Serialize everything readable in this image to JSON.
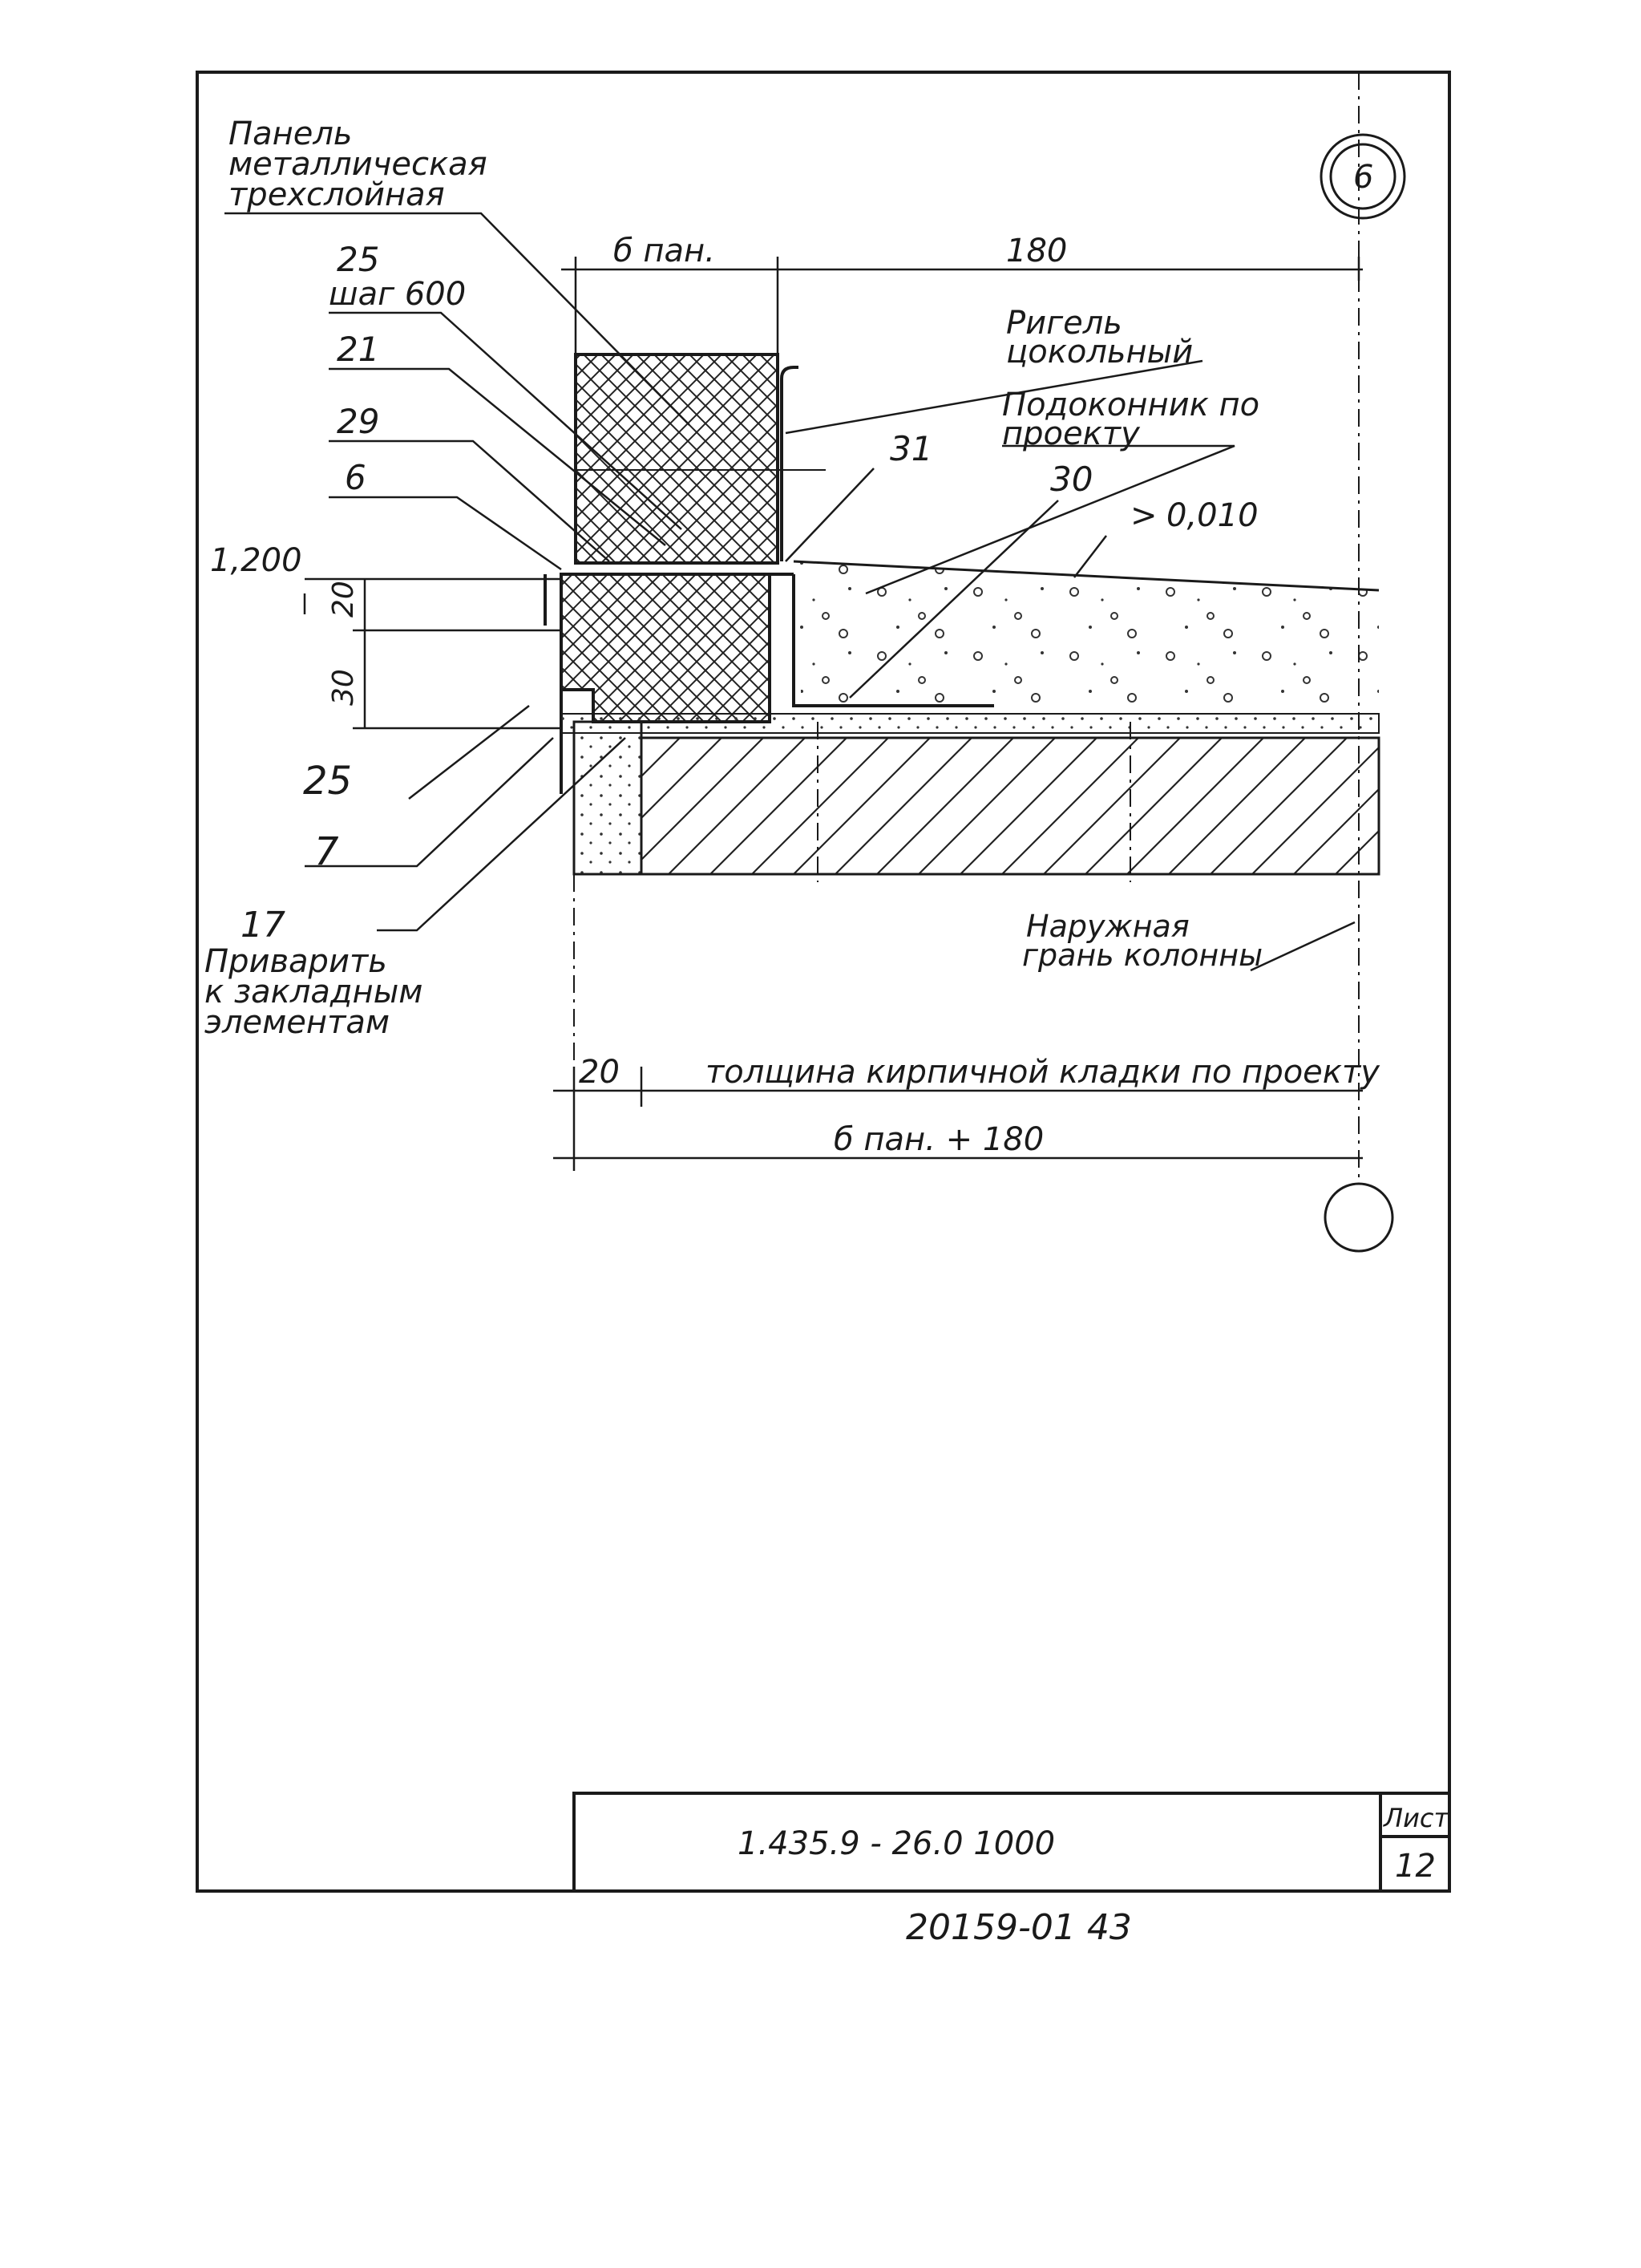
{
  "detail_marker": "6",
  "labels": {
    "panel_line1": "Панель",
    "panel_line2": "металлическая",
    "panel_line3": "трехслойная",
    "item_25_top": "25",
    "step": "шаг 600",
    "item_21": "21",
    "item_29": "29",
    "item_6": "6",
    "level_left": "1,200",
    "item_25_bottom": "25",
    "item_7": "7",
    "item_17": "17",
    "weld_line1": "Приварить",
    "weld_line2": "к закладным",
    "weld_line3": "элементам",
    "rigel_line1": "Ригель",
    "rigel_line2": "цокольный",
    "sill_line1": "Подоконник по",
    "sill_line2": "проекту",
    "item_31": "31",
    "item_30": "30",
    "slope": "0,010",
    "column_line1": "Наружная",
    "column_line2": "грань колонны"
  },
  "dimensions": {
    "b_pan": "б пан.",
    "d180": "180",
    "d20": "20",
    "d30": "30",
    "d20_bottom": "20",
    "brick_thickness": "толщина кирпичной кладки по проекту",
    "total": "б пан. + 180"
  },
  "title_block": {
    "code": "1.435.9 - 26.0   1000",
    "sheet_label": "Лист",
    "sheet_number": "12"
  },
  "footer": {
    "stamp": "20159-01   43"
  }
}
